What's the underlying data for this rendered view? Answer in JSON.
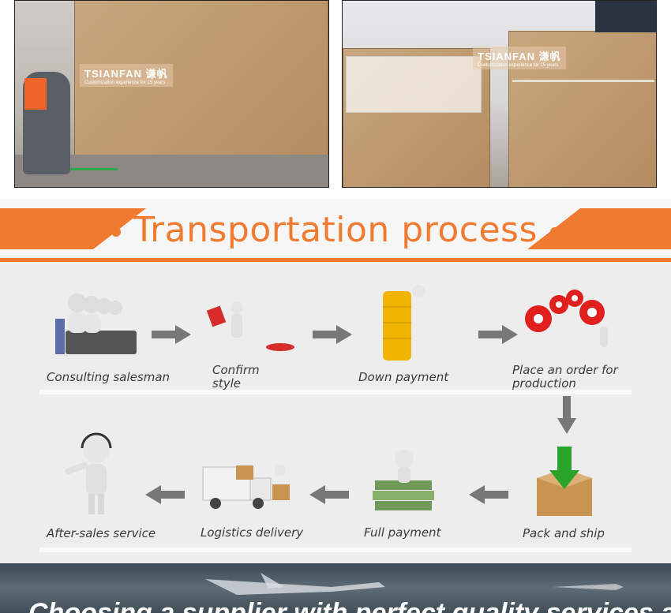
{
  "photos": {
    "left": {
      "watermark_brand": "TSIANFAN 谦帆",
      "watermark_tagline": "Customization experience for 15 years"
    },
    "right": {
      "watermark_brand": "TSIANFAN 谦帆",
      "watermark_tagline": "Customization experience for 15 years"
    }
  },
  "header": {
    "title": "Transportation process",
    "accent_color": "#f07a30"
  },
  "steps": [
    {
      "label": "Consulting salesman",
      "icon": "headset-agents-icon"
    },
    {
      "label": "Confirm style",
      "icon": "stamp-icon"
    },
    {
      "label": "Down payment",
      "icon": "coin-stack-icon"
    },
    {
      "label": "Place an order for production",
      "icon": "gears-icon"
    },
    {
      "label": "Pack and ship",
      "icon": "box-download-icon"
    },
    {
      "label": "Full payment",
      "icon": "money-pile-icon"
    },
    {
      "label": "Logistics delivery",
      "icon": "delivery-truck-icon"
    },
    {
      "label": "After-sales service",
      "icon": "support-person-icon"
    }
  ],
  "step_labels_lines": {
    "confirm_1": "Confirm",
    "confirm_2": "style",
    "order_1": "Place an order for",
    "order_2": "production"
  },
  "footer": {
    "text": "Choosing a supplier with perfect quality services and"
  }
}
